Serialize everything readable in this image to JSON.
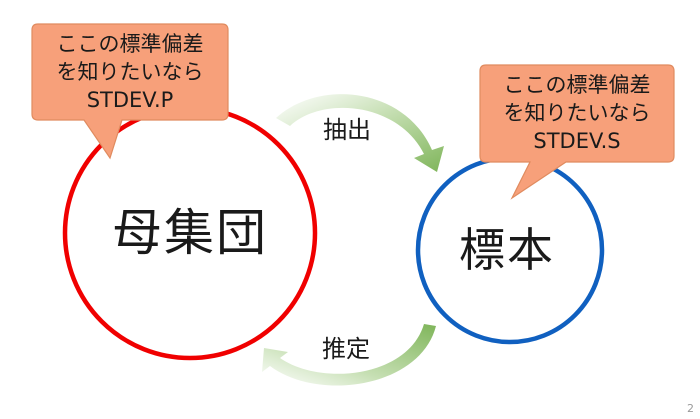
{
  "population": {
    "label": "母集団",
    "color": "#f00000"
  },
  "sample": {
    "label": "標本",
    "color": "#1060c0"
  },
  "arrows": {
    "extract_label": "抽出",
    "estimate_label": "推定",
    "color": "#8fbf6a"
  },
  "callout_population": {
    "line1": "ここの標準偏差",
    "line2": "を知りたいなら",
    "line3": "STDEV.P",
    "fill": "#f7a07a",
    "border": "#e08b5f"
  },
  "callout_sample": {
    "line1": "ここの標準偏差",
    "line2": "を知りたいなら",
    "line3": "STDEV.S",
    "fill": "#f7a07a",
    "border": "#e08b5f"
  },
  "slide": {
    "page_number": "2"
  }
}
